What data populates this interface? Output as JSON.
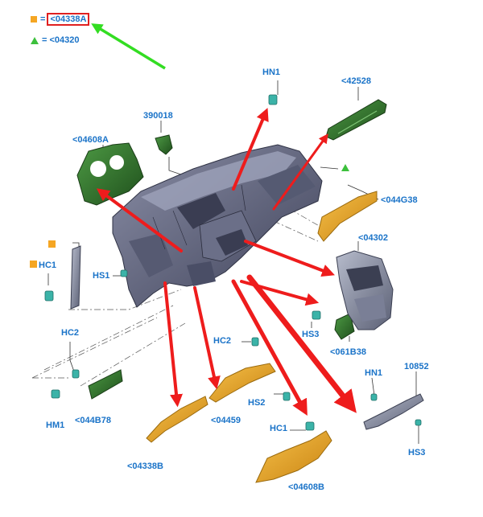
{
  "legend": {
    "square_prefix": "=",
    "square_code": "<04338A",
    "triangle_prefix": "=",
    "triangle_code": "<04320"
  },
  "labels": {
    "hn1_top": "HN1",
    "code_42528": "<42528",
    "code_390018": "390018",
    "code_04608A": "<04608A",
    "code_044G38": "<044G38",
    "code_04302": "<04302",
    "hc1_left": "HC1",
    "hs1": "HS1",
    "hs3_mid": "HS3",
    "code_061B38": "<061B38",
    "hc2_left": "HC2",
    "hc2_mid": "HC2",
    "hm1": "HM1",
    "code_044B78": "<044B78",
    "code_04459": "<04459",
    "hs2": "HS2",
    "code_04338B": "<04338B",
    "hc1_bottom": "HC1",
    "code_04608B": "<04608B",
    "hn1_right": "HN1",
    "code_10852": "10852",
    "hs3_right": "HS3"
  },
  "colors": {
    "label_blue": "#1a73c8",
    "legend_square": "#f5a623",
    "legend_triangle": "#3cc03c",
    "highlight_box": "#e02020",
    "arrow_red": "#ee1c1c",
    "arrow_green": "#33dd22",
    "dash_body": "#5c6078",
    "green_part": "#2f6b2a",
    "orange_part": "#e6a21e",
    "teal_clip": "#3bb3a8"
  }
}
